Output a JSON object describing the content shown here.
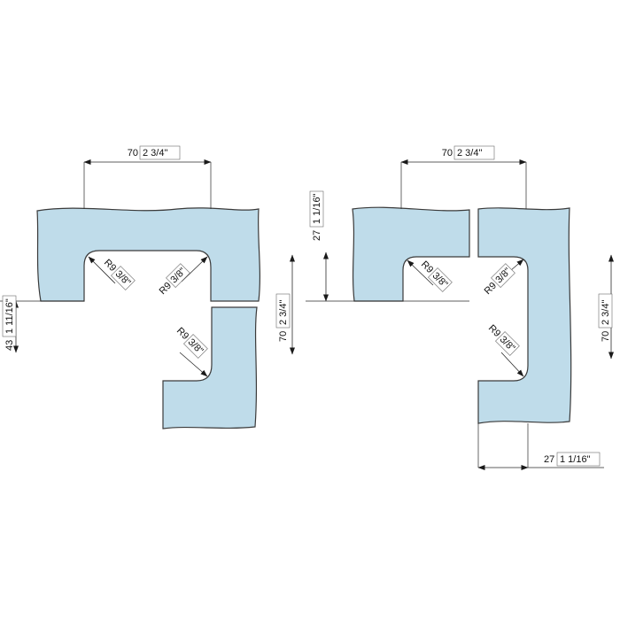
{
  "accent_color": "#bfdcea",
  "left_figure": {
    "top_width": {
      "metric": "70",
      "imperial": "2 3/4\""
    },
    "radius_1": {
      "metric": "R9",
      "imperial": "3/8\""
    },
    "radius_2": {
      "metric": "R9",
      "imperial": "3/8\""
    },
    "radius_3": {
      "metric": "R9",
      "imperial": "3/8\""
    },
    "right_height": {
      "metric": "70",
      "imperial": "2 3/4\""
    },
    "left_height": {
      "metric": "43",
      "imperial": "1 11/16\""
    }
  },
  "right_figure": {
    "top_width": {
      "metric": "70",
      "imperial": "2 3/4\""
    },
    "left_height": {
      "metric": "27",
      "imperial": "1 1/16\""
    },
    "radius_1": {
      "metric": "R9",
      "imperial": "3/8\""
    },
    "radius_2": {
      "metric": "R9",
      "imperial": "3/8\""
    },
    "radius_3": {
      "metric": "R9",
      "imperial": "3/8\""
    },
    "right_height": {
      "metric": "70",
      "imperial": "2 3/4\""
    },
    "bottom_width": {
      "metric": "27",
      "imperial": "1 1/16\""
    }
  }
}
